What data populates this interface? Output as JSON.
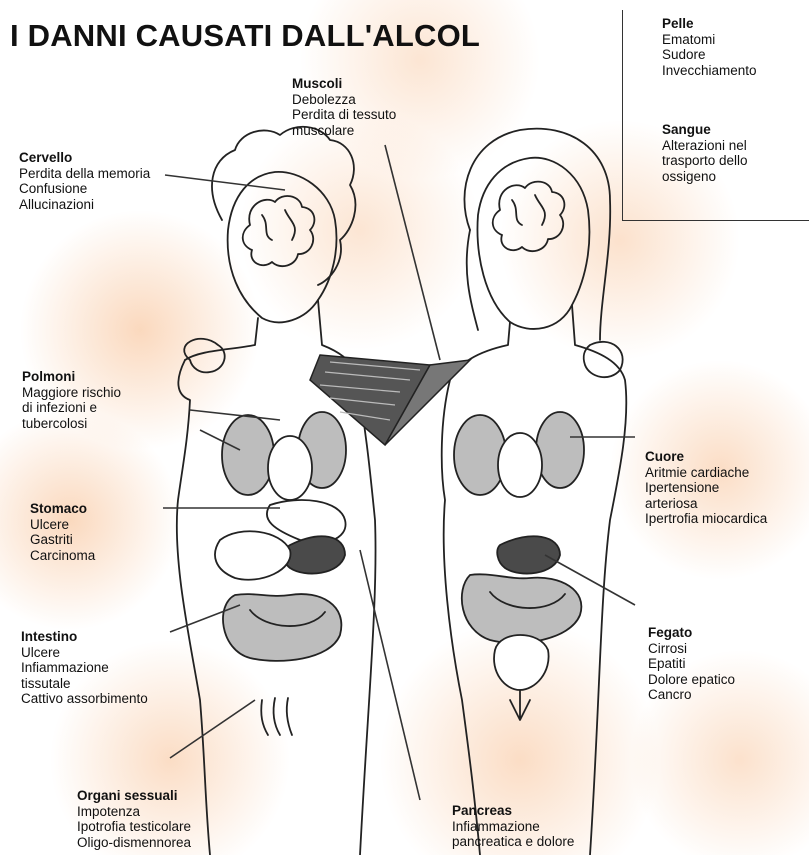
{
  "title": "I DANNI CAUSATI DALL'ALCOL",
  "labels": {
    "pelle": {
      "heading": "Pelle",
      "lines": [
        "Ematomi",
        "Sudore",
        "Invecchiamento"
      ]
    },
    "sangue": {
      "heading": "Sangue",
      "lines": [
        "Alterazioni nel",
        "trasporto dello",
        "ossigeno"
      ]
    },
    "muscoli": {
      "heading": "Muscoli",
      "lines": [
        "Debolezza",
        "Perdita di tessuto",
        "muscolare"
      ]
    },
    "cervello": {
      "heading": "Cervello",
      "lines": [
        "Perdita della memoria",
        "Confusione",
        "Allucinazioni"
      ]
    },
    "polmoni": {
      "heading": "Polmoni",
      "lines": [
        "Maggiore rischio",
        "di infezioni e",
        "tubercolosi"
      ]
    },
    "stomaco": {
      "heading": "Stomaco",
      "lines": [
        "Ulcere",
        "Gastriti",
        "Carcinoma"
      ]
    },
    "intestino": {
      "heading": "Intestino",
      "lines": [
        "Ulcere",
        "Infiammazione",
        "tissutale",
        "Cattivo assorbimento"
      ]
    },
    "cuore": {
      "heading": "Cuore",
      "lines": [
        "Aritmie cardiache",
        "Ipertensione",
        "arteriosa",
        "Ipertrofia miocardica"
      ]
    },
    "fegato": {
      "heading": "Fegato",
      "lines": [
        "Cirrosi",
        "Epatiti",
        "Dolore epatico",
        "Cancro"
      ]
    },
    "organi": {
      "heading": "Organi sessuali",
      "lines": [
        "Impotenza",
        "Ipotrofia testicolare",
        "Oligo-dismennorea"
      ]
    },
    "pancreas": {
      "heading": "Pancreas",
      "lines": [
        "Infiammazione",
        "pancreatica e dolore"
      ]
    }
  }
}
